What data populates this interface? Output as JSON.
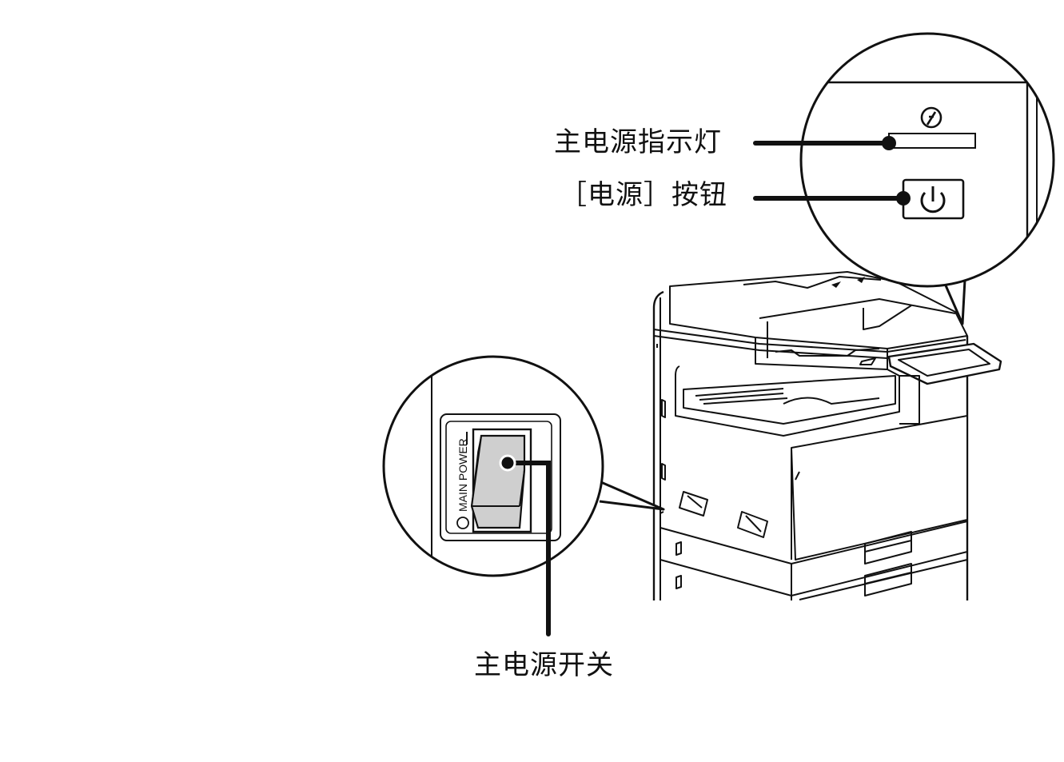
{
  "callouts": {
    "main_power_indicator": "主电源指示灯",
    "power_button": "［电源］按钮",
    "main_power_switch": "主电源开关"
  },
  "switch_panel": {
    "text": "MAIN POWER"
  },
  "icons": {
    "indicator_symbol": "main-power-indicator-icon",
    "power_symbol": "power-icon"
  },
  "colors": {
    "line": "#111111",
    "switch_fill": "#cfcfcf",
    "background": "#ffffff"
  }
}
